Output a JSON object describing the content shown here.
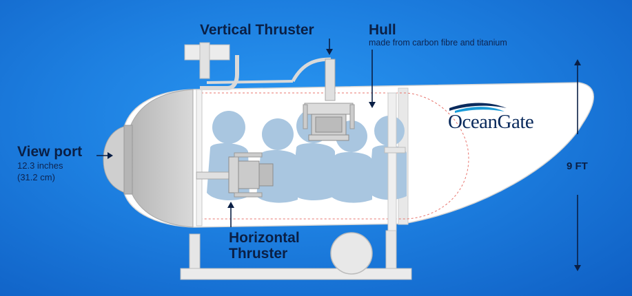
{
  "labels": {
    "vertical_thruster": "Vertical Thruster",
    "hull_title": "Hull",
    "hull_material": "made from carbon fibre and titanium",
    "view_port_title": "View port",
    "view_port_size_in": "12.3 inches",
    "view_port_size_cm": "(31.2 cm)",
    "horizontal_thruster_line1": "Horizontal",
    "horizontal_thruster_line2": "Thruster",
    "height": "9 FT"
  },
  "logo": {
    "name": "wave-logo",
    "text": "OceanGate"
  },
  "passengers": 5,
  "colors": {
    "background": "#1d7fe0",
    "hull": "#ffffff",
    "frame": "#e6e6e6",
    "occupant": "#a9c6e0",
    "dashed_outline": "#e8746d",
    "label_text": "#0a1f45",
    "logo_text": "#0a2a5c",
    "logo_wave": "#1a9bd7"
  }
}
